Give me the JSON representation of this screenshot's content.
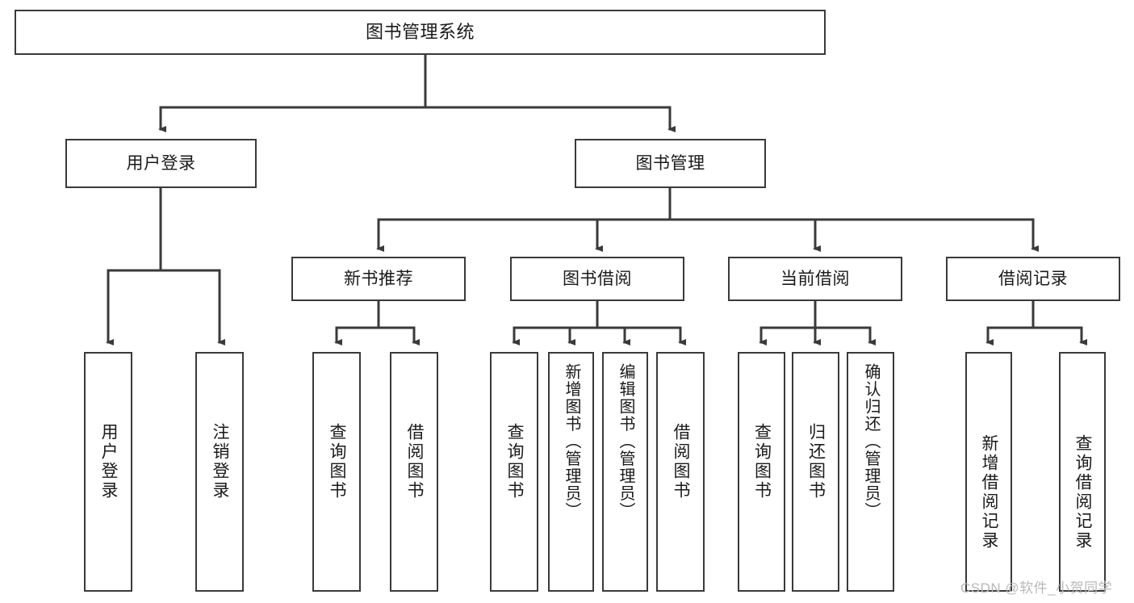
{
  "diagram": {
    "title": "图书管理系统",
    "type": "tree-hierarchy",
    "stroke_color": "#3a3a3a",
    "fill_color": "#ffffff",
    "text_color": "#1a1a1a",
    "watermark": "CSDN @软件_小贺同学"
  },
  "nodes": {
    "root": {
      "label": "图书管理系统"
    },
    "level1": [
      {
        "id": "user-login",
        "label": "用户登录"
      },
      {
        "id": "book-manage",
        "label": "图书管理"
      }
    ],
    "level2": [
      {
        "id": "new-book-recommend",
        "label": "新书推荐"
      },
      {
        "id": "book-borrow",
        "label": "图书借阅"
      },
      {
        "id": "current-borrow",
        "label": "当前借阅"
      },
      {
        "id": "borrow-record",
        "label": "借阅记录"
      }
    ],
    "leaves": {
      "user_login": [
        {
          "id": "leaf-user-login",
          "label": "用户登录"
        },
        {
          "id": "leaf-logout",
          "label": "注销登录"
        }
      ],
      "new_book_recommend": [
        {
          "id": "leaf-query-book-1",
          "label": "查询图书"
        },
        {
          "id": "leaf-borrow-book-1",
          "label": "借阅图书"
        }
      ],
      "book_borrow": [
        {
          "id": "leaf-query-book-2",
          "label": "查询图书"
        },
        {
          "id": "leaf-add-book",
          "label": "新增图书（管理员）"
        },
        {
          "id": "leaf-edit-book",
          "label": "编辑图书（管理员）"
        },
        {
          "id": "leaf-borrow-book-2",
          "label": "借阅图书"
        }
      ],
      "current_borrow": [
        {
          "id": "leaf-query-book-3",
          "label": "查询图书"
        },
        {
          "id": "leaf-return-book",
          "label": "归还图书"
        },
        {
          "id": "leaf-confirm-return",
          "label": "确认归还（管理员）"
        }
      ],
      "borrow_record": [
        {
          "id": "leaf-add-record",
          "label": "新增借阅记录"
        },
        {
          "id": "leaf-query-record",
          "label": "查询借阅记录"
        }
      ]
    }
  },
  "chart_data": {
    "type": "table",
    "title": "图书管理系统 功能结构图",
    "hierarchy": [
      {
        "label": "图书管理系统",
        "children": [
          {
            "label": "用户登录",
            "children": [
              {
                "label": "用户登录"
              },
              {
                "label": "注销登录"
              }
            ]
          },
          {
            "label": "图书管理",
            "children": [
              {
                "label": "新书推荐",
                "children": [
                  {
                    "label": "查询图书"
                  },
                  {
                    "label": "借阅图书"
                  }
                ]
              },
              {
                "label": "图书借阅",
                "children": [
                  {
                    "label": "查询图书"
                  },
                  {
                    "label": "新增图书（管理员）"
                  },
                  {
                    "label": "编辑图书（管理员）"
                  },
                  {
                    "label": "借阅图书"
                  }
                ]
              },
              {
                "label": "当前借阅",
                "children": [
                  {
                    "label": "查询图书"
                  },
                  {
                    "label": "归还图书"
                  },
                  {
                    "label": "确认归还（管理员）"
                  }
                ]
              },
              {
                "label": "借阅记录",
                "children": [
                  {
                    "label": "新增借阅记录"
                  },
                  {
                    "label": "查询借阅记录"
                  }
                ]
              }
            ]
          }
        ]
      }
    ]
  }
}
